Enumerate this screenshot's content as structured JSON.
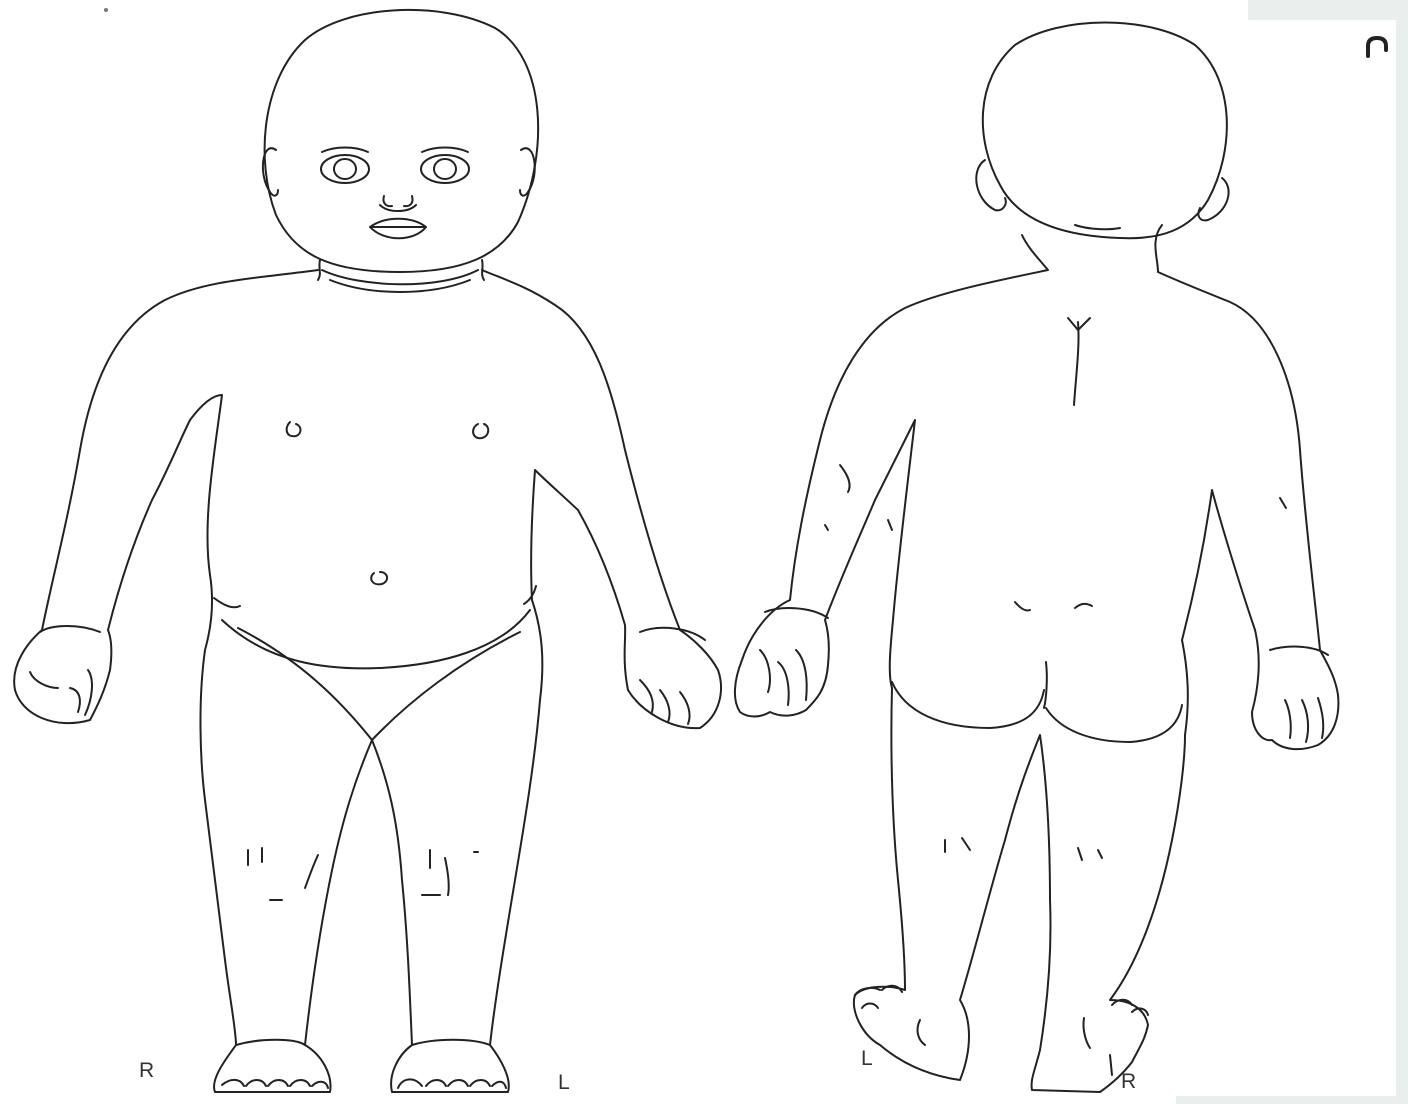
{
  "labels": {
    "front_right": "R",
    "front_left": "L",
    "back_left": "L",
    "back_right": "R"
  },
  "colors": {
    "line": "#222222",
    "background": "#ffffff",
    "edge_tint": "#e9efec"
  },
  "icons": {
    "corner_mark": "arch-mark"
  }
}
